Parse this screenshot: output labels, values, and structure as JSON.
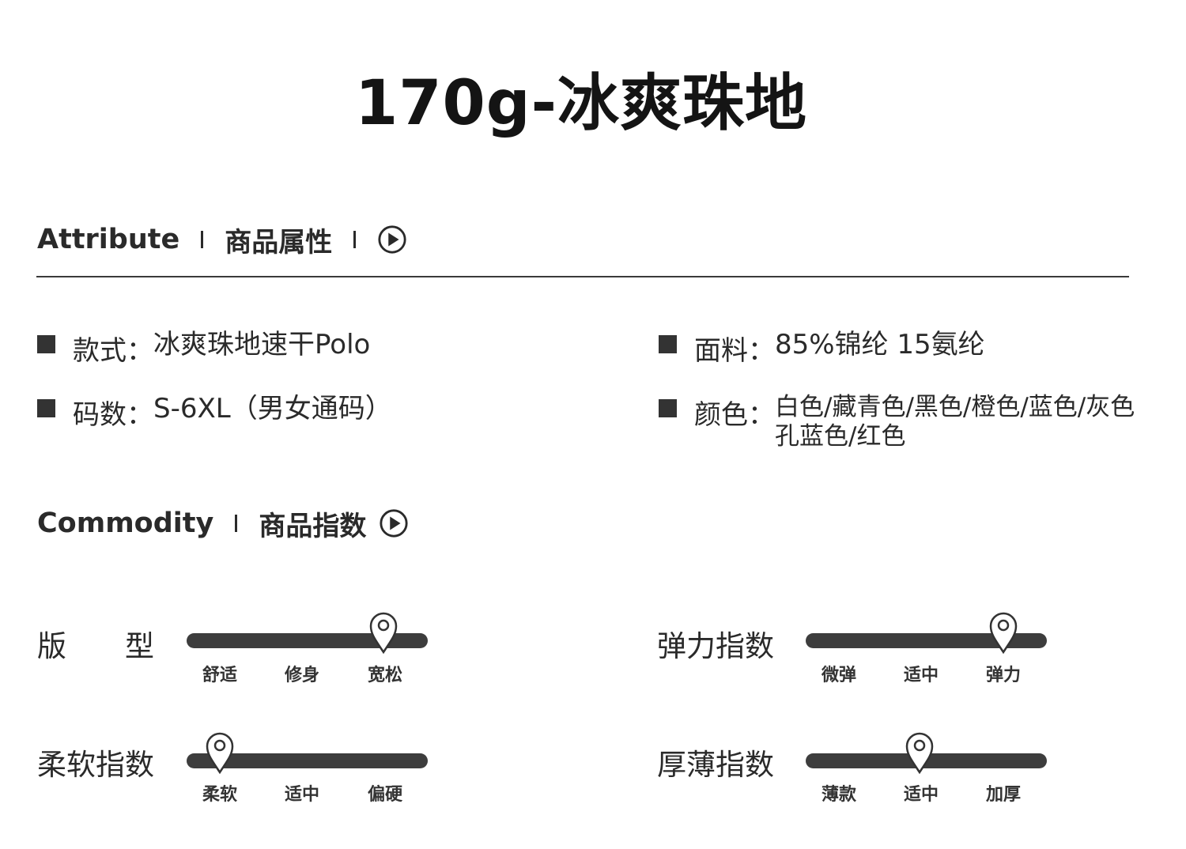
{
  "title": "170g-冰爽珠地",
  "attribute_header": {
    "en": "Attribute",
    "zh": "商品属性"
  },
  "attributes": [
    {
      "label": "款式：",
      "value": "冰爽珠地速干Polo"
    },
    {
      "label": "面料：",
      "value": "85%锦纶 15氨纶"
    },
    {
      "label": "码数：",
      "value": "S-6XL（男女通码）"
    },
    {
      "label": "颜色：",
      "value_lines": [
        "白色/藏青色/黑色/橙色/蓝色/灰色",
        "孔蓝色/红色"
      ]
    }
  ],
  "commodity_header": {
    "en": "Commodity",
    "zh": "商品指数"
  },
  "indices": [
    {
      "label": "版　　型",
      "ticks": [
        "舒适",
        "修身",
        "宽松"
      ],
      "selected": "宽松"
    },
    {
      "label": "弹力指数",
      "ticks": [
        "微弹",
        "适中",
        "弹力"
      ],
      "selected": "弹力"
    },
    {
      "label": "柔软指数",
      "ticks": [
        "柔软",
        "适中",
        "偏硬"
      ],
      "selected": "柔软"
    },
    {
      "label": "厚薄指数",
      "ticks": [
        "薄款",
        "适中",
        "加厚"
      ],
      "selected": "适中"
    }
  ],
  "icons": {
    "section_arrow": "play-circle-icon",
    "marker": "location-pin-icon"
  },
  "colors": {
    "text": "#2a2a2a",
    "track": "#3d3d3d",
    "background": "#ffffff"
  }
}
